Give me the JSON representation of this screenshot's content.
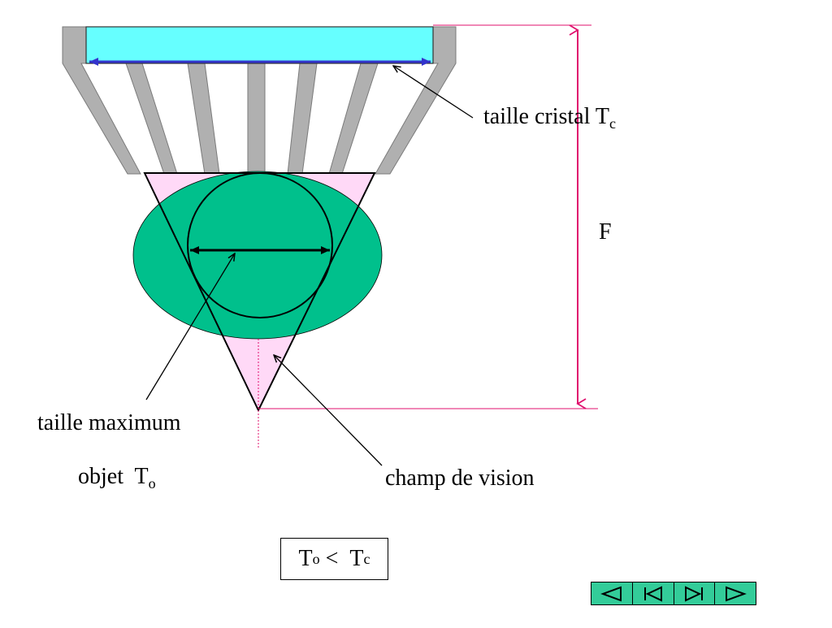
{
  "labels": {
    "crystal_size_text": "taille cristal T",
    "crystal_size_sub": "c",
    "focal": "F",
    "max_size_line1": "taille maximum",
    "max_size_line2_text": "objet  T",
    "max_size_line2_sub": "o",
    "field_of_view": "champ de vision"
  },
  "formula": {
    "left_text": "T",
    "left_sub": "o",
    "op": " <  ",
    "right_text": "T",
    "right_sub": "c"
  },
  "nav": {
    "buttons": [
      "previous",
      "first",
      "last",
      "next"
    ]
  },
  "colors": {
    "crystal": "#66ffff",
    "crystal_arrow": "#3333cc",
    "septa": "#b0b0b0",
    "object": "#00c08c",
    "field": "#ffd9f7",
    "focal_line": "#e0106e",
    "nav_button": "#33cc99"
  }
}
